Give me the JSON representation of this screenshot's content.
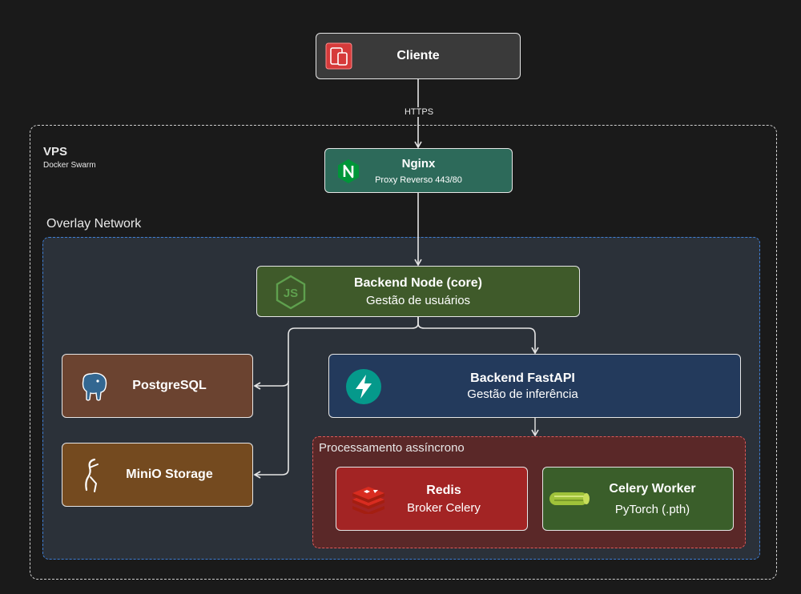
{
  "colors": {
    "background": "#1a1a1a",
    "client_fill": "#3a3a3a",
    "nginx_fill": "#2d6a5a",
    "node_fill": "#3f5a2a",
    "fastapi_fill": "#233a5c",
    "postgres_fill": "#6b4330",
    "minio_fill": "#744a1f",
    "redis_fill": "#a32424",
    "celery_fill": "#3a5e2a",
    "vps_border": "#cfcfcf",
    "overlay_border": "#3f7fd6",
    "async_border": "#e05a5a",
    "edge": "#e6e6e6"
  },
  "groups": {
    "vps": {
      "title": "VPS",
      "subtitle": "Docker Swarm"
    },
    "overlay": {
      "title": "Overlay Network"
    },
    "async": {
      "title": "Processamento assíncrono"
    }
  },
  "nodes": {
    "client": {
      "title": "Cliente",
      "icon": "devices-icon"
    },
    "nginx": {
      "title": "Nginx",
      "subtitle": "Proxy Reverso 443/80",
      "icon": "nginx-logo-icon"
    },
    "backend_node": {
      "title": "Backend Node (core)",
      "subtitle": "Gestão de usuários",
      "icon": "nodejs-logo-icon"
    },
    "postgres": {
      "title": "PostgreSQL",
      "icon": "postgresql-elephant-icon"
    },
    "minio": {
      "title": "MiniO Storage",
      "icon": "minio-bird-icon"
    },
    "fastapi": {
      "title": "Backend FastAPI",
      "subtitle": "Gestão de inferência",
      "icon": "fastapi-bolt-icon"
    },
    "redis": {
      "title": "Redis",
      "subtitle": "Broker Celery",
      "icon": "redis-stack-icon"
    },
    "celery": {
      "title": "Celery Worker",
      "subtitle": "PyTorch (.pth)",
      "icon": "celery-stalk-icon"
    }
  },
  "edges": [
    {
      "from": "client",
      "to": "nginx",
      "label": "HTTPS"
    },
    {
      "from": "nginx",
      "to": "backend_node",
      "label": ""
    },
    {
      "from": "backend_node",
      "to": "fastapi",
      "label": ""
    },
    {
      "from": "backend_node",
      "to": "postgres",
      "label": ""
    },
    {
      "from": "backend_node",
      "to": "minio",
      "label": ""
    },
    {
      "from": "fastapi",
      "to": "async",
      "label": ""
    }
  ]
}
